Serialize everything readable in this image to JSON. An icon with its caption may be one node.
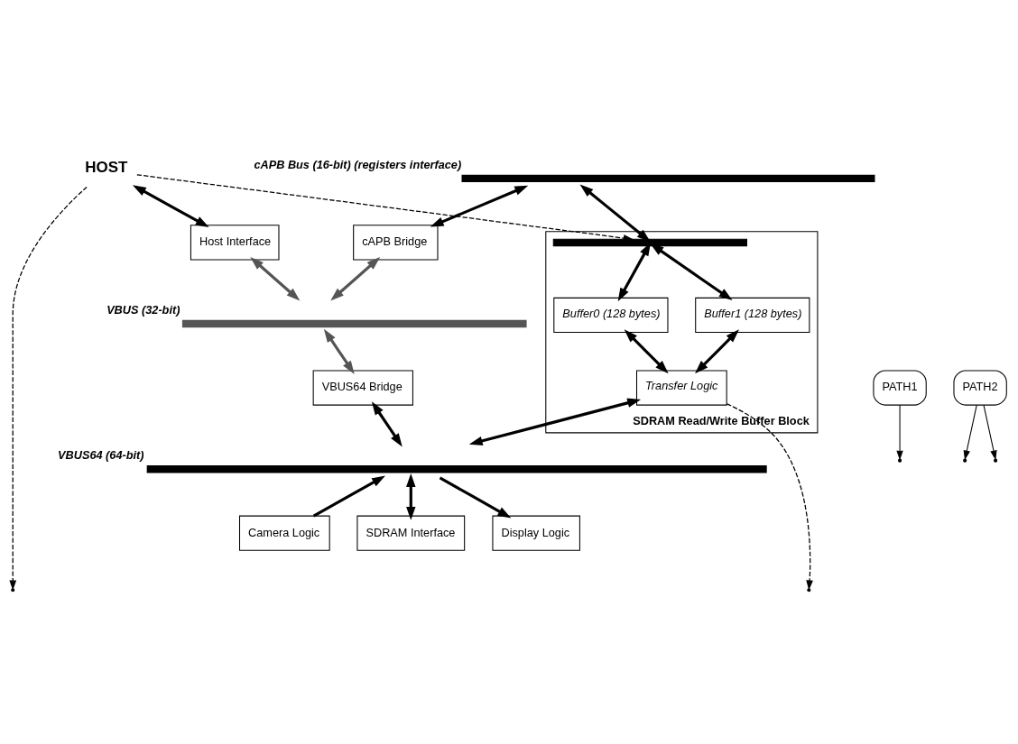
{
  "diagram": {
    "nodes": [
      {
        "text": [
          "HOST"
        ]
      },
      {
        "text": [],
        "shape": "bar",
        "beside": [
          "cAPB Bus (16-bit) (registers interface)"
        ]
      },
      {
        "text": [
          "Host Interface"
        ]
      },
      {
        "text": [
          "cAPB Bridge"
        ]
      },
      {
        "text": [],
        "shape": "bar",
        "beside": [
          "VBUS (32-bit)"
        ]
      },
      {
        "text": [
          "SDRAM Read/Write Buffer Block"
        ]
      },
      {
        "text": [],
        "shape": "bar",
        "in": 5
      },
      {
        "text": [
          "Buffer0 (128 bytes)"
        ],
        "in": 5
      },
      {
        "text": [
          "Buffer1 (128 bytes)"
        ],
        "in": 5
      },
      {
        "text": [
          "Transfer Logic"
        ],
        "in": 5
      },
      {
        "text": [
          "PATH1"
        ]
      },
      {
        "text": [
          "VBUS64 Bridge"
        ]
      },
      {
        "text": [
          "PATH2"
        ]
      },
      {
        "text": [],
        "shape": "bar",
        "beside": [
          "VBUS64 (64-bit)"
        ]
      },
      {
        "text": [
          "SDRAM Interface"
        ]
      },
      {
        "text": [
          "Display Logic"
        ]
      },
      {
        "text": [
          "Camera Logic"
        ]
      }
    ],
    "edges": [
      {
        "from": 0,
        "to": 2,
        "arrow": "both"
      },
      {
        "from": 1,
        "to": 3,
        "arrow": "both"
      },
      {
        "from": 2,
        "to": 4,
        "arrow": "both",
        "color": "#555555"
      },
      {
        "from": 3,
        "to": 4,
        "arrow": "both",
        "color": "#555555"
      },
      {
        "from": 1,
        "to": 6,
        "arrow": "both"
      },
      {
        "from": 6,
        "to": 7,
        "arrow": "both"
      },
      {
        "from": 6,
        "to": 8,
        "arrow": "both"
      },
      {
        "from": 9,
        "to": 7,
        "arrow": "both"
      },
      {
        "from": 9,
        "to": 8,
        "arrow": "both"
      },
      {
        "from": 4,
        "to": 11,
        "arrow": "both",
        "color": "#555555"
      },
      {
        "from": 11,
        "to": 13,
        "arrow": "both"
      },
      {
        "from": 9,
        "to": 13,
        "arrow": "both"
      },
      {
        "from": 13,
        "to": 14,
        "arrow": "both"
      },
      {
        "from": 13,
        "to": 15,
        "arrow": "to"
      },
      {
        "from": 16,
        "to": 13,
        "arrow": "to"
      },
      {
        "from": 0,
        "to": null,
        "arrow": "to",
        "style": "dashed"
      },
      {
        "from": 0,
        "to": 6,
        "arrow": "to",
        "style": "dashed"
      },
      {
        "from": 9,
        "to": null,
        "arrow": "to",
        "style": "dashed"
      },
      {
        "from": 10,
        "to": null,
        "arrow": "to"
      },
      {
        "from": 12,
        "to": null,
        "arrow": "to"
      },
      {
        "from": 12,
        "to": null,
        "arrow": "to"
      }
    ]
  }
}
